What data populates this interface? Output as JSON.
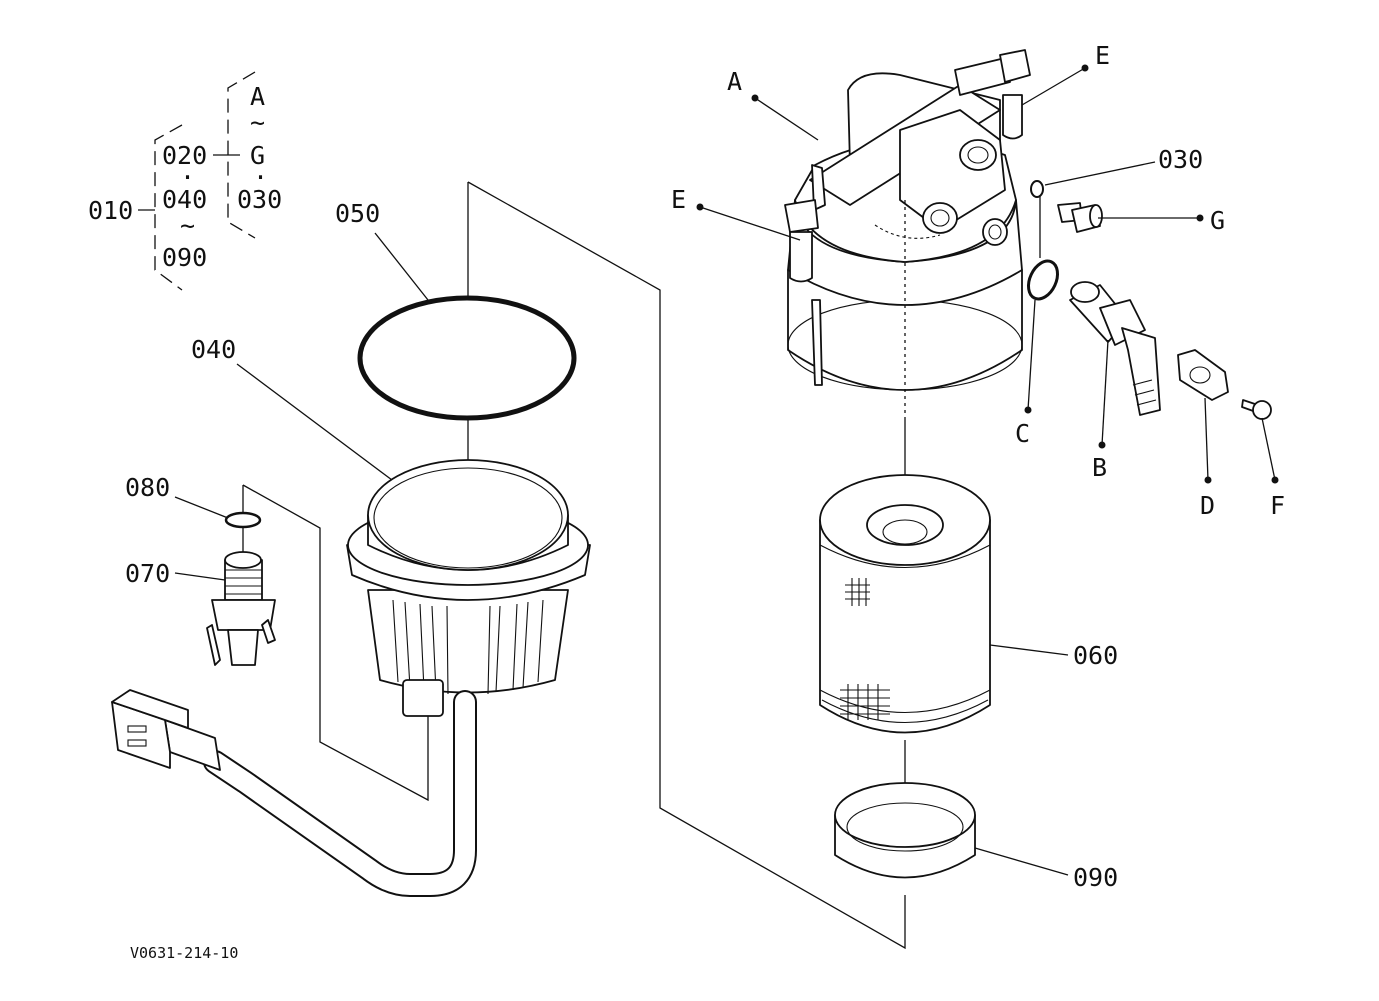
{
  "diagram": {
    "drawing_code": "V0631-214-10",
    "group_bracket": {
      "main": "010",
      "col1": [
        "020",
        "·",
        "040",
        "~",
        "090"
      ],
      "col2": [
        "A",
        "~",
        "G",
        "·",
        "030"
      ]
    },
    "callouts": {
      "p050": "050",
      "p040": "040",
      "p080": "080",
      "p070": "070",
      "p060": "060",
      "p090": "090",
      "p030": "030",
      "A": "A",
      "E_top": "E",
      "E_left": "E",
      "G": "G",
      "C": "C",
      "B": "B",
      "D": "D",
      "F": "F"
    },
    "parts_depicted": [
      "fuel-filter-head",
      "o-ring-050",
      "filter-bowl-040",
      "water-sensor-070",
      "o-ring-080",
      "filter-element-060",
      "ring-090",
      "air-vent-plug-G",
      "lever-cock-B",
      "bracket-D",
      "screw-F",
      "o-ring-C",
      "o-ring-030",
      "hose-fittings-E"
    ],
    "line_color": "#111111",
    "background": "#ffffff"
  }
}
